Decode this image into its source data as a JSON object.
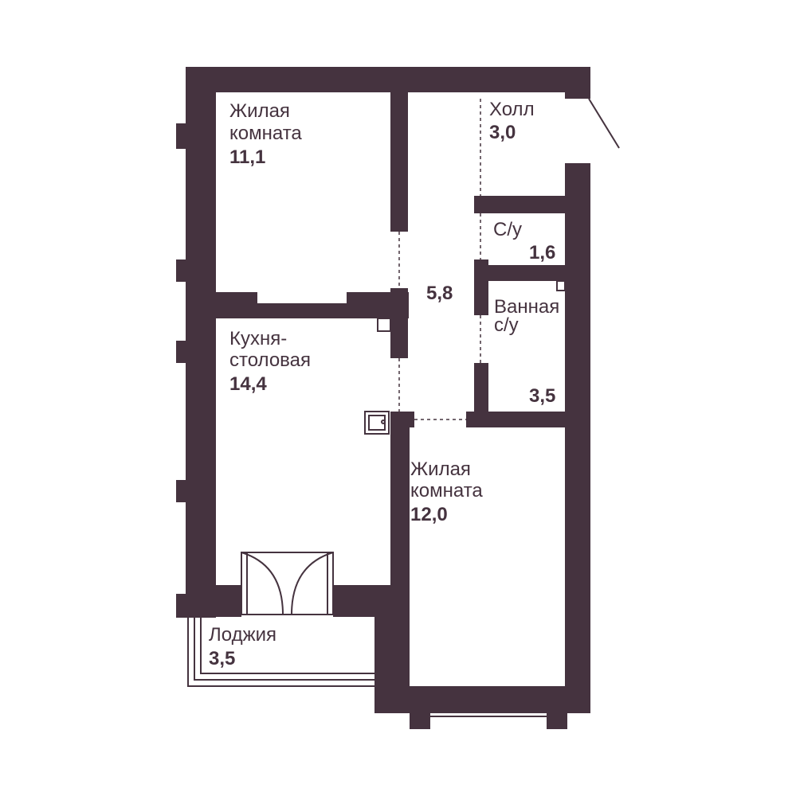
{
  "plan": {
    "wall_color": "#45333f",
    "background": "#ffffff",
    "rooms": {
      "living1": {
        "name_line1": "Жилая",
        "name_line2": "комната",
        "area": "11,1"
      },
      "hall": {
        "name": "Холл",
        "area": "3,0"
      },
      "corridor": {
        "area": "5,8"
      },
      "wc": {
        "name": "С/у",
        "area": "1,6"
      },
      "bath": {
        "name_line1": "Ванная",
        "name_line2": "с/у",
        "area": "3,5"
      },
      "kitchen": {
        "name_line1": "Кухня-",
        "name_line2": "столовая",
        "area": "14,4"
      },
      "living2": {
        "name_line1": "Жилая",
        "name_line2": "комната",
        "area": "12,0"
      },
      "loggia": {
        "name": "Лоджия",
        "area": "3,5"
      }
    }
  }
}
